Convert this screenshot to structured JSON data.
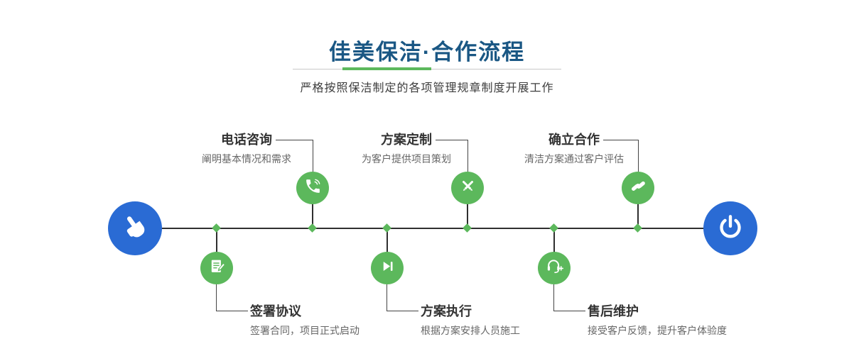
{
  "header": {
    "title": "佳美保洁·合作流程",
    "subtitle": "严格按照保洁制定的各项管理规章制度开展工作"
  },
  "timeline": {
    "start_icon": "hand-pointer-icon",
    "end_icon": "power-icon"
  },
  "steps_top": [
    {
      "title": "电话咨询",
      "desc": "阐明基本情况和需求",
      "icon": "phone-icon"
    },
    {
      "title": "方案定制",
      "desc": "为客户提供项目策划",
      "icon": "pencil-cross-icon"
    },
    {
      "title": "确立合作",
      "desc": "清洁方案通过客户评估",
      "icon": "handshake-icon"
    }
  ],
  "steps_bottom": [
    {
      "title": "签署协议",
      "desc": "签署合同，项目正式启动",
      "icon": "contract-icon"
    },
    {
      "title": "方案执行",
      "desc": "根据方案安排人员施工",
      "icon": "play-next-icon"
    },
    {
      "title": "售后维护",
      "desc": "接受客户反馈，提升客户体验度",
      "icon": "headset-plus-icon"
    }
  ],
  "colors": {
    "title_blue": "#1a5784",
    "accent_green": "#5cb85c",
    "node_blue": "#2a6bd4",
    "line_color": "#2f2f2f"
  }
}
